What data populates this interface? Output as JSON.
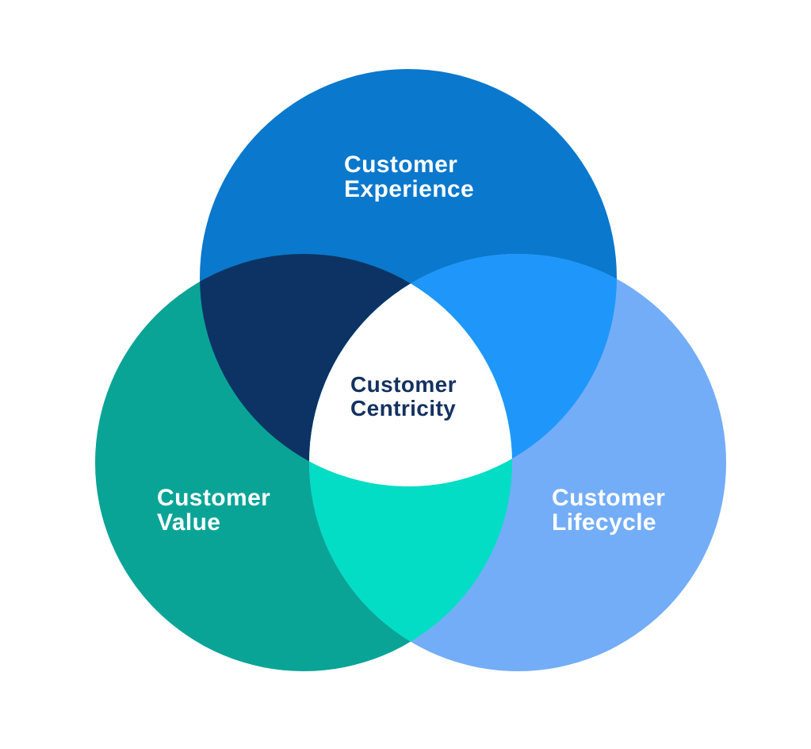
{
  "venn": {
    "background": "#ffffff",
    "sets": [
      {
        "name": "Customer Experience",
        "label_line1": "Customer",
        "label_line2": "Experience",
        "color": "#0a78cd",
        "text_color": "#ffffff"
      },
      {
        "name": "Customer Value",
        "label_line1": "Customer",
        "label_line2": "Value",
        "color": "#0aa497",
        "text_color": "#ffffff"
      },
      {
        "name": "Customer Lifecycle",
        "label_line1": "Customer",
        "label_line2": "Lifecycle",
        "color": "#73adf8",
        "text_color": "#ffffff"
      }
    ],
    "overlaps": {
      "experience_value": "#0d3365",
      "experience_lifecycle": "#1f97fa",
      "value_lifecycle": "#04ddc5",
      "center": "#ffffff"
    },
    "center_label": {
      "line1": "Customer",
      "line2": "Centricity",
      "text_color": "#143261"
    }
  }
}
